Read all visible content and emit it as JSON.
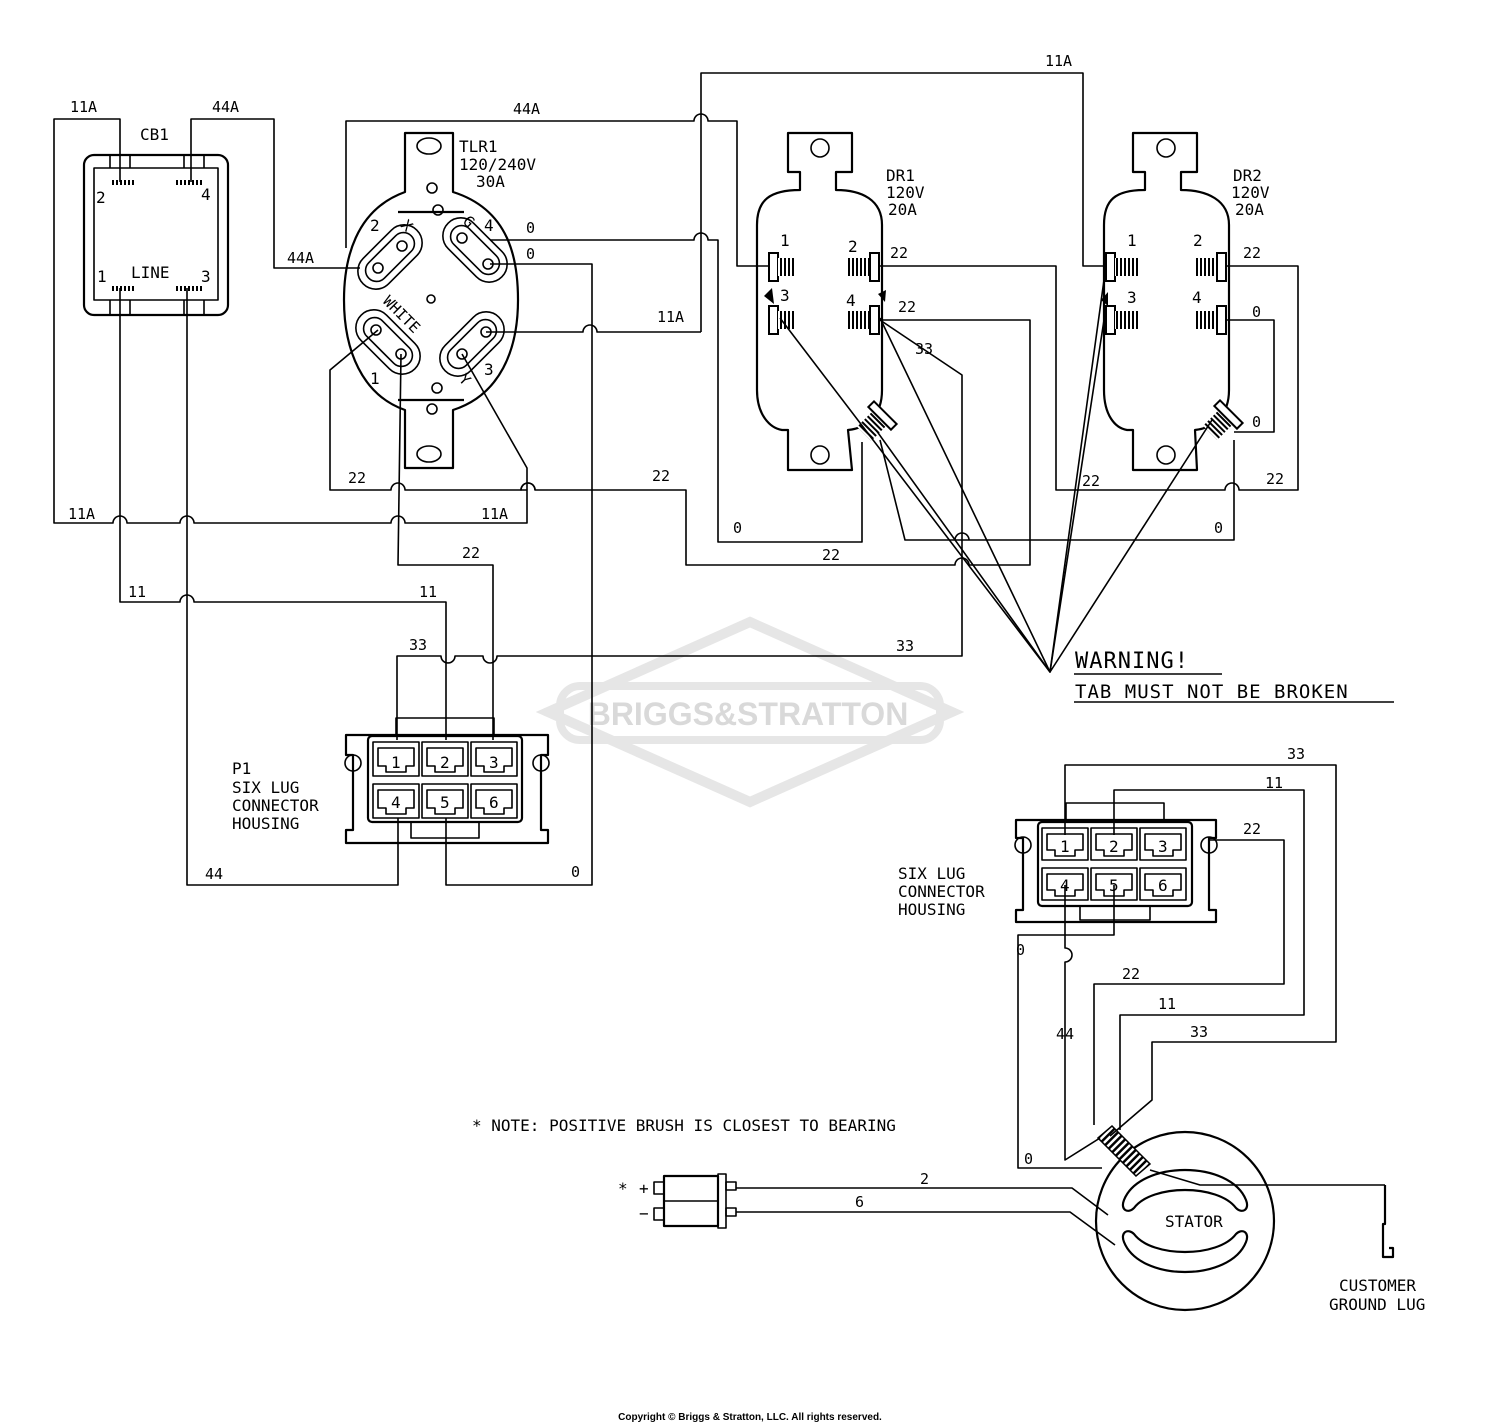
{
  "diagram": {
    "components": {
      "cb1": {
        "name": "CB1",
        "line": "LINE",
        "pins": [
          "1",
          "2",
          "3",
          "4"
        ]
      },
      "tlr1": {
        "name": "TLR1",
        "rating1": "120/240V",
        "rating2": "30A",
        "marks": [
          "X",
          "G",
          "WHITE",
          "Y"
        ],
        "pins": [
          "1",
          "2",
          "3",
          "4"
        ]
      },
      "dr1": {
        "name": "DR1",
        "rating1": "120V",
        "rating2": "20A",
        "pins": [
          "1",
          "2",
          "3",
          "4"
        ]
      },
      "dr2": {
        "name": "DR2",
        "rating1": "120V",
        "rating2": "20A",
        "pins": [
          "1",
          "2",
          "3",
          "4"
        ]
      },
      "p1": {
        "name": "P1",
        "line1": "SIX LUG",
        "line2": "CONNECTOR",
        "line3": "HOUSING",
        "cells": [
          "1",
          "2",
          "3",
          "4",
          "5",
          "6"
        ]
      },
      "p2": {
        "line1": "SIX LUG",
        "line2": "CONNECTOR",
        "line3": "HOUSING",
        "cells": [
          "1",
          "2",
          "3",
          "4",
          "5",
          "6"
        ]
      },
      "stator": {
        "name": "STATOR"
      },
      "ground_lug": {
        "line1": "CUSTOMER",
        "line2": "GROUND LUG"
      },
      "brush": {
        "star": "*",
        "plus": "+",
        "minus": "−"
      }
    },
    "wire_labels": {
      "w11a_cb1": "11A",
      "w44a_cb1": "44A",
      "w44a_top": "44A",
      "w11a_top": "11A",
      "w44a_tlr": "44A",
      "w11a_mid": "11A",
      "w0_tlr_a": "0",
      "w0_tlr_b": "0",
      "w22_dr1_2": "22",
      "w22_dr1_4": "22",
      "w33_dr1": "33",
      "w22_dr2_2": "22",
      "w0_dr2_4": "0",
      "w0_dr2_g": "0",
      "w22_left": "22",
      "w22_mid": "22",
      "w22_dr2_bus": "22",
      "w22_dr2_right": "22",
      "w11a_bus_left": "11A",
      "w11a_bus_right": "11A",
      "w0_dr1_bus": "0",
      "w0_dr2_bus": "0",
      "w22_lower": "22",
      "w22_p1": "22",
      "w11_left": "11",
      "w11_p1": "11",
      "w33_p1": "33",
      "w33_right": "33",
      "w44_bottom": "44",
      "w0_bottom": "0",
      "w33_p2": "33",
      "w11_p2": "11",
      "w22_p2": "22",
      "w0_p2": "0",
      "w22_harness": "22",
      "w11_harness": "11",
      "w33_harness": "33",
      "w44_harness": "44",
      "w0_harness": "0",
      "w2_brush": "2",
      "w6_brush": "6"
    },
    "warning": {
      "title": "WARNING!",
      "text": "TAB MUST NOT BE BROKEN"
    },
    "note": "* NOTE: POSITIVE BRUSH IS CLOSEST TO BEARING",
    "watermark": "BRIGGS&STRATTON",
    "copyright": "Copyright © Briggs & Stratton, LLC. All rights reserved."
  }
}
